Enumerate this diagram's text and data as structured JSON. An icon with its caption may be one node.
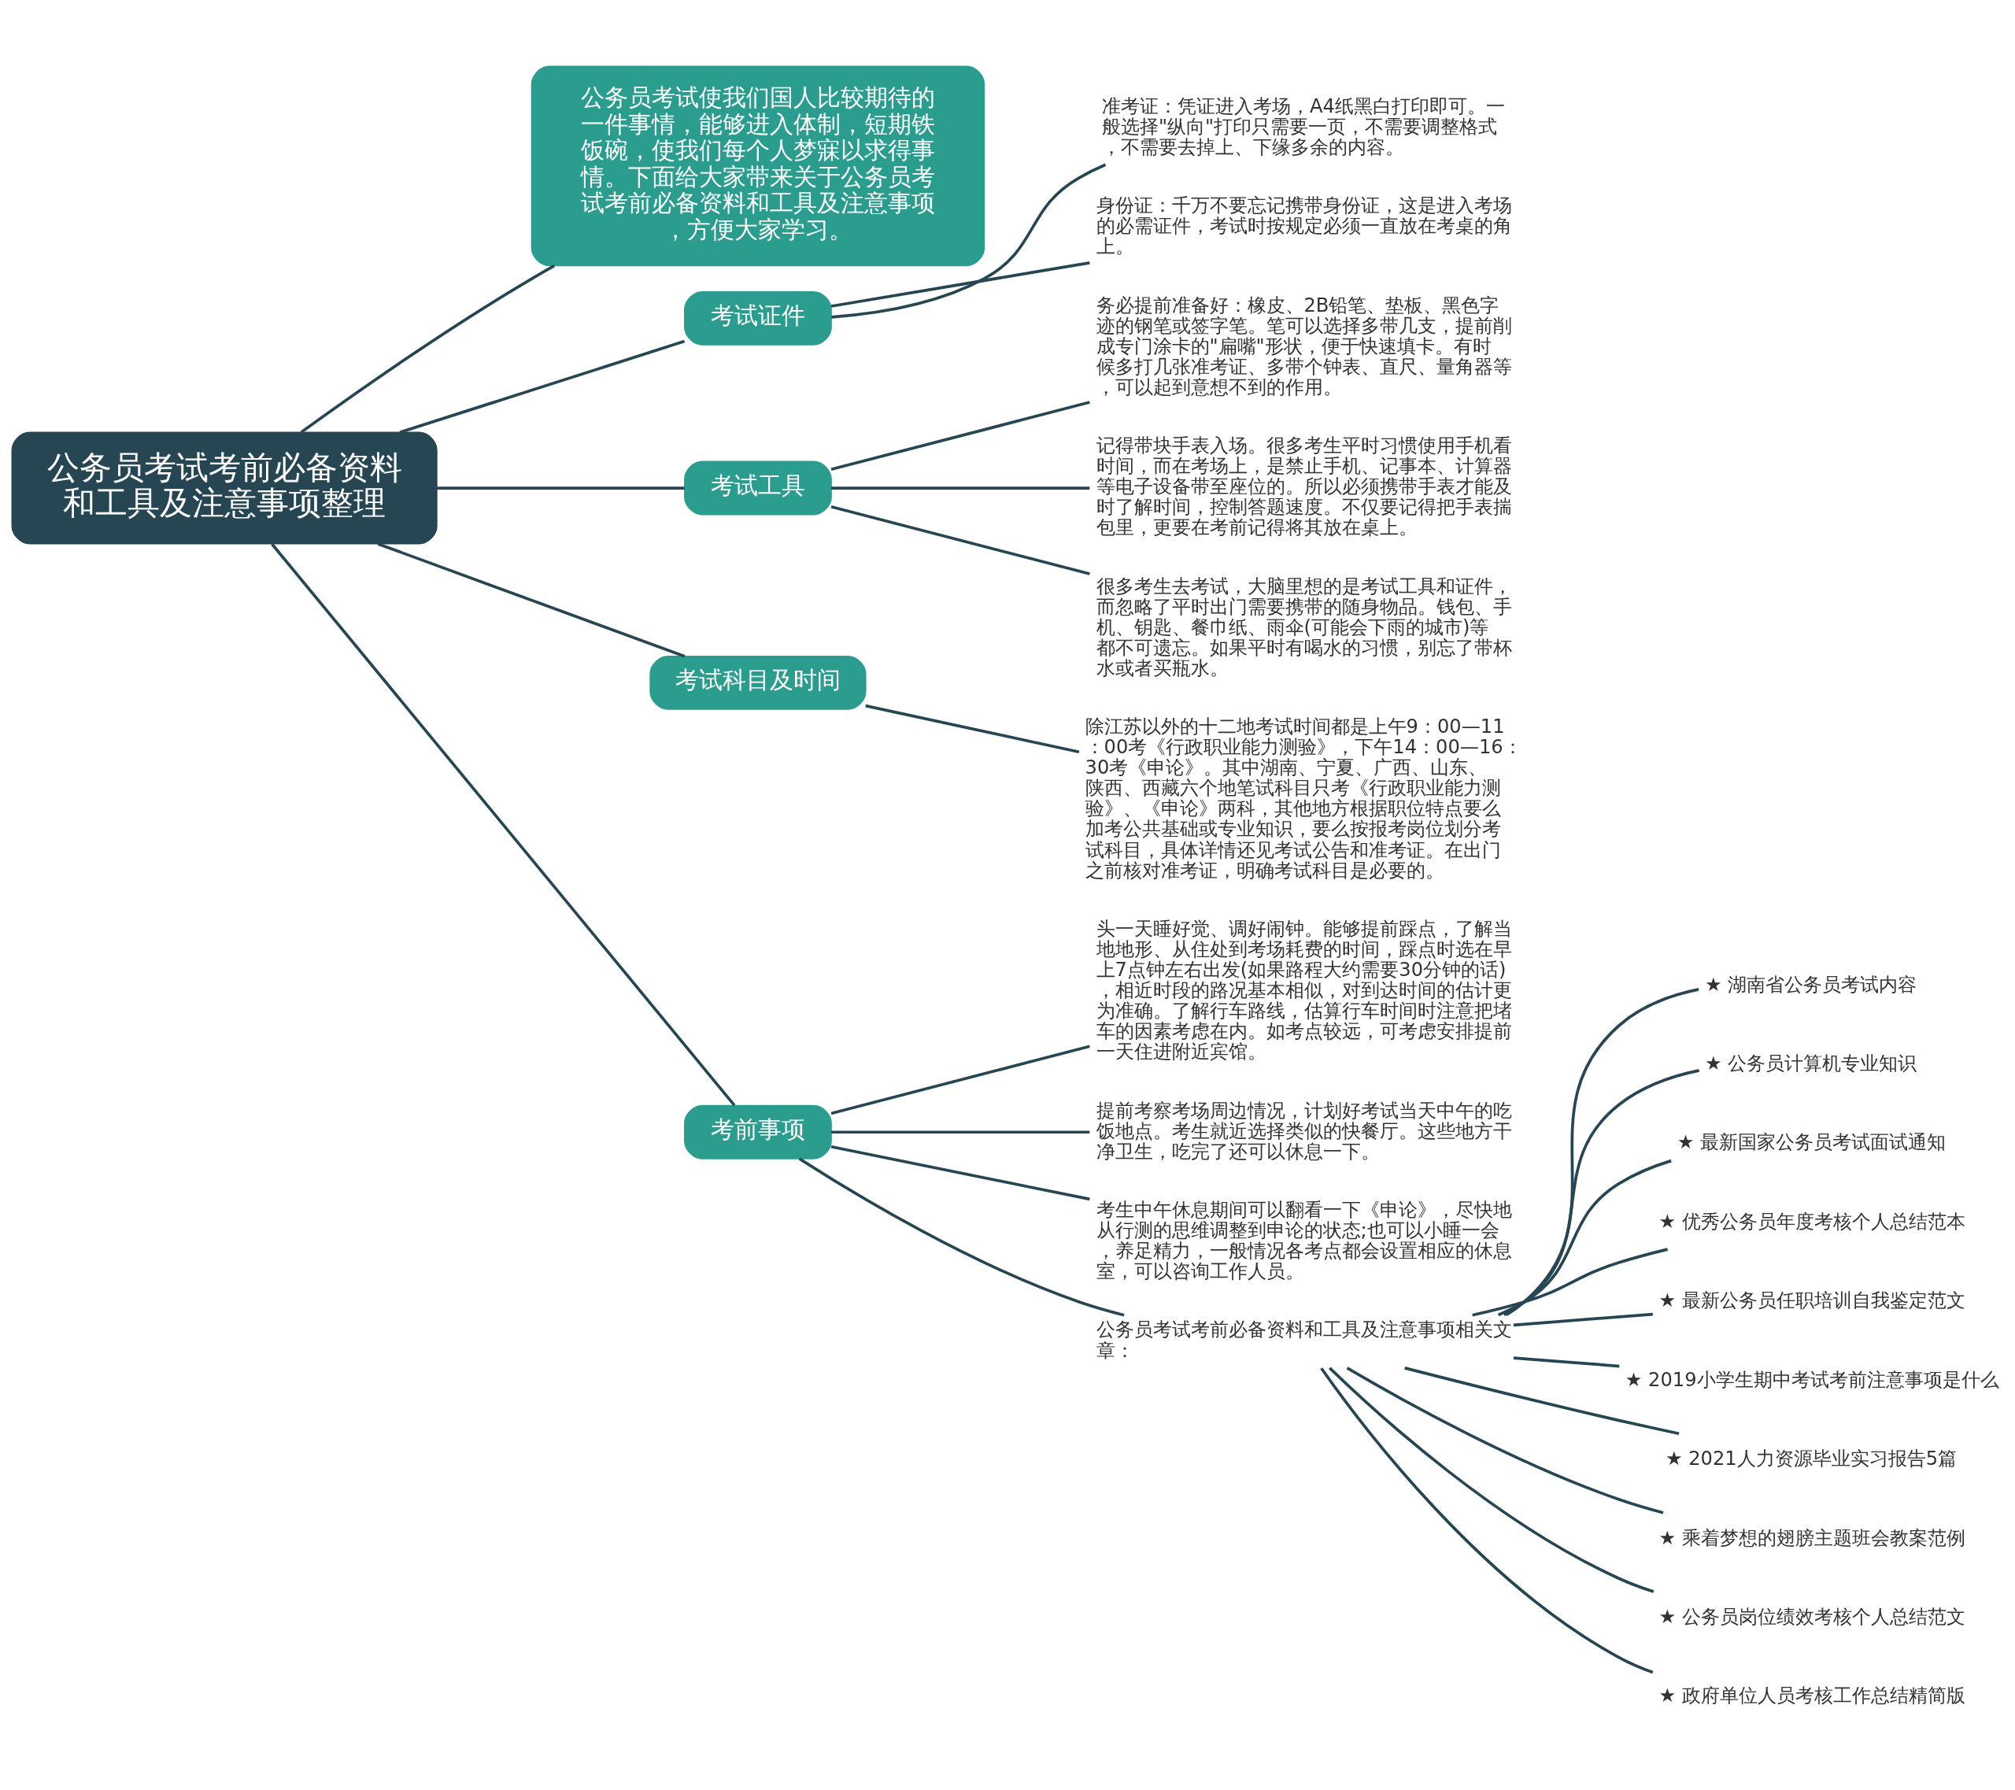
{
  "diagram": {
    "nodes": [
      {
        "text": [
          "公务员考试考前必备资料和工具及注意事项整理"
        ]
      },
      {
        "text": [
          "公务员考试使我们国人比较期待的一件事情，能够进入体制，短期铁饭碗，使我们每个人梦寐以求得事情。下面给大家带来关于公务员考试考前必备资料和工具及注意事项，方便大家学习。"
        ]
      },
      {
        "text": [
          "考试证件"
        ]
      },
      {
        "text": [
          "准考证：凭证进入考场，A4纸黑白打印即可。一般选择\"纵向\"打印只需要一页，不需要调整格式，不需要去掉上、下缘多余的内容。"
        ]
      },
      {
        "text": [
          "身份证：千万不要忘记携带身份证，这是进入考场的必需证件，考试时按规定必须一直放在考桌的角上。"
        ]
      },
      {
        "text": [
          "考试工具"
        ]
      },
      {
        "text": [
          "务必提前准备好：橡皮、2B铅笔、垫板、黑色字迹的钢笔或签字笔。笔可以选择多带几支，提前削成专门涂卡的\"扁嘴\"形状，便于快速填卡。有时候多打几张准考证、多带个钟表、直尺、量角器等，可以起到意想不到的作用。"
        ]
      },
      {
        "text": [
          "记得带块手表入场。很多考生平时习惯使用手机看时间，而在考场上，是禁止手机、记事本、计算器等电子设备带至座位的。所以必须携带手表才能及时了解时间，控制答题速度。不仅要记得把手表揣包里，更要在考前记得将其放在桌上。"
        ]
      },
      {
        "text": [
          "很多考生去考试，大脑里想的是考试工具和证件，而忽略了平时出门需要携带的随身物品。钱包、手机、钥匙、餐巾纸、雨伞(可能会下雨的城市)等都不可遗忘。如果平时有喝水的习惯，别忘了带杯水或者买瓶水。"
        ]
      },
      {
        "text": [
          "考试科目及时间"
        ]
      },
      {
        "text": [
          "除江苏以外的十二地考试时间都是上午9：00—11：00考《行政职业能力测验》，下午14：00—16：30考《申论》。其中湖南、宁夏、广西、山东、陕西、西藏六个地笔试科目只考《行政职业能力测验》、《申论》两科，其他地方根据职位特点要么加考公共基础或专业知识，要么按报考岗位划分考试科目，具体详情还见考试公告和准考证。在出门之前核对准考证，明确考试科目是必要的。"
        ]
      },
      {
        "text": [
          "考前事项"
        ]
      },
      {
        "text": [
          "头一天睡好觉、调好闹钟。能够提前踩点，了解当地地形、从住处到考场耗费的时间，踩点时选在早上7点钟左右出发(如果路程大约需要30分钟的话)，相近时段的路况基本相似，对到达时间的估计更为准确。了解行车路线，估算行车时间时注意把堵车的因素考虑在内。如考点较远，可考虑安排提前一天住进附近宾馆。"
        ]
      },
      {
        "text": [
          "提前考察考场周边情况，计划好考试当天中午的吃饭地点。考生就近选择类似的快餐厅。这些地方干净卫生，吃完了还可以休息一下。"
        ]
      },
      {
        "text": [
          "考生中午休息期间可以翻看一下《申论》，尽快地从行测的思维调整到申论的状态;也可以小睡一会，养足精力，一般情况各考点都会设置相应的休息室，可以咨询工作人员。"
        ]
      },
      {
        "text": [
          "公务员考试考前必备资料和工具及注意事项相关文章："
        ]
      },
      {
        "text": [
          "★ 湖南省公务员考试内容"
        ]
      },
      {
        "text": [
          "★ 公务员计算机专业知识"
        ]
      },
      {
        "text": [
          "★ 最新国家公务员考试面试通知"
        ]
      },
      {
        "text": [
          "★ 优秀公务员年度考核个人总结范本"
        ]
      },
      {
        "text": [
          "★ 最新公务员任职培训自我鉴定范文"
        ]
      },
      {
        "text": [
          "★ 2019小学生期中考试考前注意事项是什么"
        ]
      },
      {
        "text": [
          "★ 2021人力资源毕业实习报告5篇"
        ]
      },
      {
        "text": [
          "★ 乘着梦想的翅膀主题班会教案范例"
        ]
      },
      {
        "text": [
          "★ 公务员岗位绩效考核个人总结范文"
        ]
      },
      {
        "text": [
          "★ 政府单位人员考核工作总结精简版"
        ]
      }
    ],
    "edges": [
      {
        "from": 0,
        "to": 1,
        "arrow": "none"
      },
      {
        "from": 0,
        "to": 2,
        "arrow": "none"
      },
      {
        "from": 2,
        "to": 3,
        "arrow": "none"
      },
      {
        "from": 2,
        "to": 4,
        "arrow": "none"
      },
      {
        "from": 0,
        "to": 5,
        "arrow": "none"
      },
      {
        "from": 5,
        "to": 6,
        "arrow": "none"
      },
      {
        "from": 5,
        "to": 7,
        "arrow": "none"
      },
      {
        "from": 5,
        "to": 8,
        "arrow": "none"
      },
      {
        "from": 0,
        "to": 9,
        "arrow": "none"
      },
      {
        "from": 9,
        "to": 10,
        "arrow": "none"
      },
      {
        "from": 0,
        "to": 11,
        "arrow": "none"
      },
      {
        "from": 11,
        "to": 12,
        "arrow": "none"
      },
      {
        "from": 11,
        "to": 13,
        "arrow": "none"
      },
      {
        "from": 11,
        "to": 14,
        "arrow": "none"
      },
      {
        "from": 11,
        "to": 15,
        "arrow": "none"
      },
      {
        "from": 15,
        "to": 16,
        "arrow": "none"
      },
      {
        "from": 15,
        "to": 17,
        "arrow": "none"
      },
      {
        "from": 15,
        "to": 18,
        "arrow": "none"
      },
      {
        "from": 15,
        "to": 19,
        "arrow": "none"
      },
      {
        "from": 15,
        "to": 20,
        "arrow": "none"
      },
      {
        "from": 15,
        "to": 21,
        "arrow": "none"
      },
      {
        "from": 15,
        "to": 22,
        "arrow": "none"
      },
      {
        "from": 15,
        "to": 23,
        "arrow": "none"
      },
      {
        "from": 15,
        "to": 24,
        "arrow": "none"
      },
      {
        "from": 15,
        "to": 25,
        "arrow": "none"
      }
    ]
  }
}
